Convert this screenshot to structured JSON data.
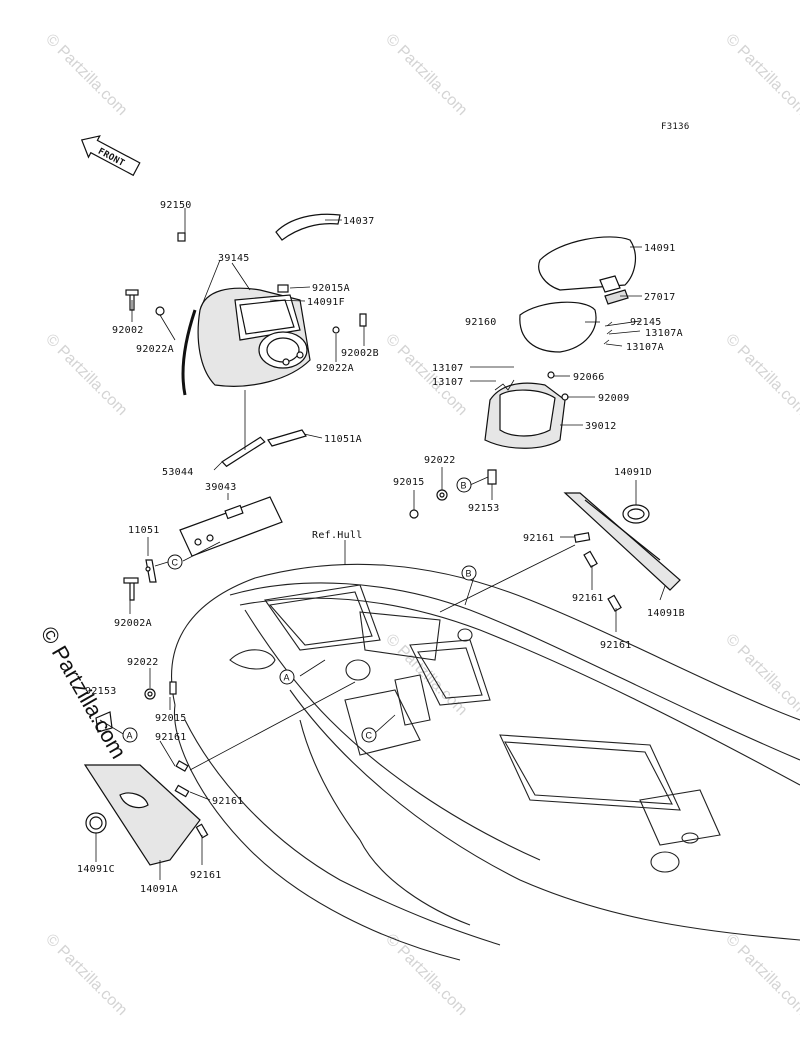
{
  "figure_code": "F3136",
  "front_label": "FRONT",
  "hull_label": "Ref.Hull",
  "watermark": {
    "small": "© Partzilla.com",
    "large": "© Partzilla.com"
  },
  "callouts": {
    "a": "A",
    "b": "B",
    "c": "C"
  },
  "parts": [
    {
      "id": "92150",
      "label": "92150"
    },
    {
      "id": "14037",
      "label": "14037"
    },
    {
      "id": "39145",
      "label": "39145"
    },
    {
      "id": "92015A",
      "label": "92015A"
    },
    {
      "id": "14091F",
      "label": "14091F"
    },
    {
      "id": "92002",
      "label": "92002"
    },
    {
      "id": "92022A_l",
      "label": "92022A"
    },
    {
      "id": "92002B",
      "label": "92002B"
    },
    {
      "id": "92022A_r",
      "label": "92022A"
    },
    {
      "id": "11051A",
      "label": "11051A"
    },
    {
      "id": "53044",
      "label": "53044"
    },
    {
      "id": "39043",
      "label": "39043"
    },
    {
      "id": "11051",
      "label": "11051"
    },
    {
      "id": "92002A",
      "label": "92002A"
    },
    {
      "id": "92022_l",
      "label": "92022"
    },
    {
      "id": "92153_l",
      "label": "92153"
    },
    {
      "id": "92015_l",
      "label": "92015"
    },
    {
      "id": "92161_a",
      "label": "92161"
    },
    {
      "id": "92161_b",
      "label": "92161"
    },
    {
      "id": "92161_c",
      "label": "92161"
    },
    {
      "id": "14091C",
      "label": "14091C"
    },
    {
      "id": "14091A",
      "label": "14091A"
    },
    {
      "id": "14091",
      "label": "14091"
    },
    {
      "id": "27017",
      "label": "27017"
    },
    {
      "id": "92160",
      "label": "92160"
    },
    {
      "id": "92145",
      "label": "92145"
    },
    {
      "id": "13107A_1",
      "label": "13107A"
    },
    {
      "id": "13107A_2",
      "label": "13107A"
    },
    {
      "id": "13107_1",
      "label": "13107"
    },
    {
      "id": "13107_2",
      "label": "13107"
    },
    {
      "id": "92066",
      "label": "92066"
    },
    {
      "id": "92009",
      "label": "92009"
    },
    {
      "id": "39012",
      "label": "39012"
    },
    {
      "id": "92022_r",
      "label": "92022"
    },
    {
      "id": "92015_r",
      "label": "92015"
    },
    {
      "id": "92153_r",
      "label": "92153"
    },
    {
      "id": "14091D",
      "label": "14091D"
    },
    {
      "id": "92161_d",
      "label": "92161"
    },
    {
      "id": "92161_e",
      "label": "92161"
    },
    {
      "id": "92161_f",
      "label": "92161"
    },
    {
      "id": "14091B",
      "label": "14091B"
    }
  ]
}
